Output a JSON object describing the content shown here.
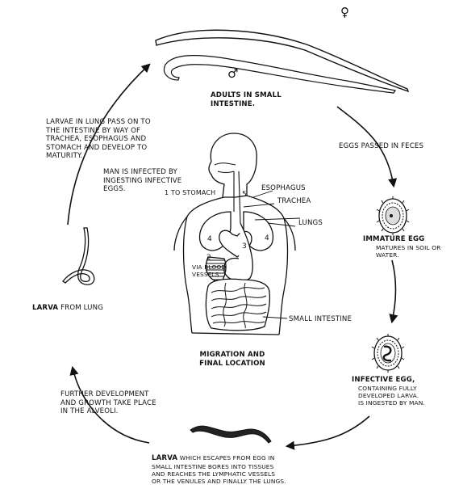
{
  "symbols": {
    "female": "♀",
    "male": "♂"
  },
  "stages": {
    "adults": {
      "title": "ADULTS IN SMALL\nINTESTINE."
    },
    "eggs_passed": {
      "text": "EGGS PASSED IN FECES"
    },
    "immature_egg": {
      "title": "IMMATURE EGG",
      "detail": "MATURES IN SOIL OR\nWATER."
    },
    "infective_egg": {
      "title": "INFECTIVE EGG,",
      "detail": "CONTAINING FULLY\nDEVELOPED LARVA.\nIS INGESTED BY MAN."
    },
    "larva_escape": {
      "title": "LARVA",
      "detail_first": " WHICH ESCAPES FROM EGG IN",
      "detail_rest": "SMALL INTESTINE BORES INTO TISSUES\nAND REACHES THE LYMPHATIC VESSELS\nOR THE VENULES AND FINALLY THE LUNGS."
    },
    "alveoli": {
      "text": "FURTHER DEVELOPMENT\nAND GROWTH TAKE PLACE\nIN THE ALVEOLI."
    },
    "larva_lung": {
      "title": "LARVA",
      "detail": " FROM LUNG"
    },
    "lung_to_intestine": {
      "text": "LARVAE IN LUNG PASS ON TO\nTHE INTESTINE BY WAY OF\nTRACHEA, ESOPHAGUS AND\nSTOMACH AND DEVELOP TO\nMATURITY."
    }
  },
  "body_diagram": {
    "infected_note": "MAN IS INFECTED BY\nINGESTING INFECTIVE\nEGGS.",
    "to_stomach": "1 TO STOMACH",
    "esophagus": "ESOPHAGUS",
    "trachea": "TRACHEA",
    "lungs": "LUNGS",
    "via_blood": "VIA BLOOD\nVESSELS",
    "small_intestine": "SMALL INTESTINE",
    "title": "MIGRATION AND\nFINAL LOCATION",
    "numbers": {
      "n2": "2",
      "n3": "3",
      "n4a": "4",
      "n4b": "4",
      "n5": "5"
    }
  },
  "colors": {
    "ink": "#111111",
    "paper": "#ffffff"
  }
}
